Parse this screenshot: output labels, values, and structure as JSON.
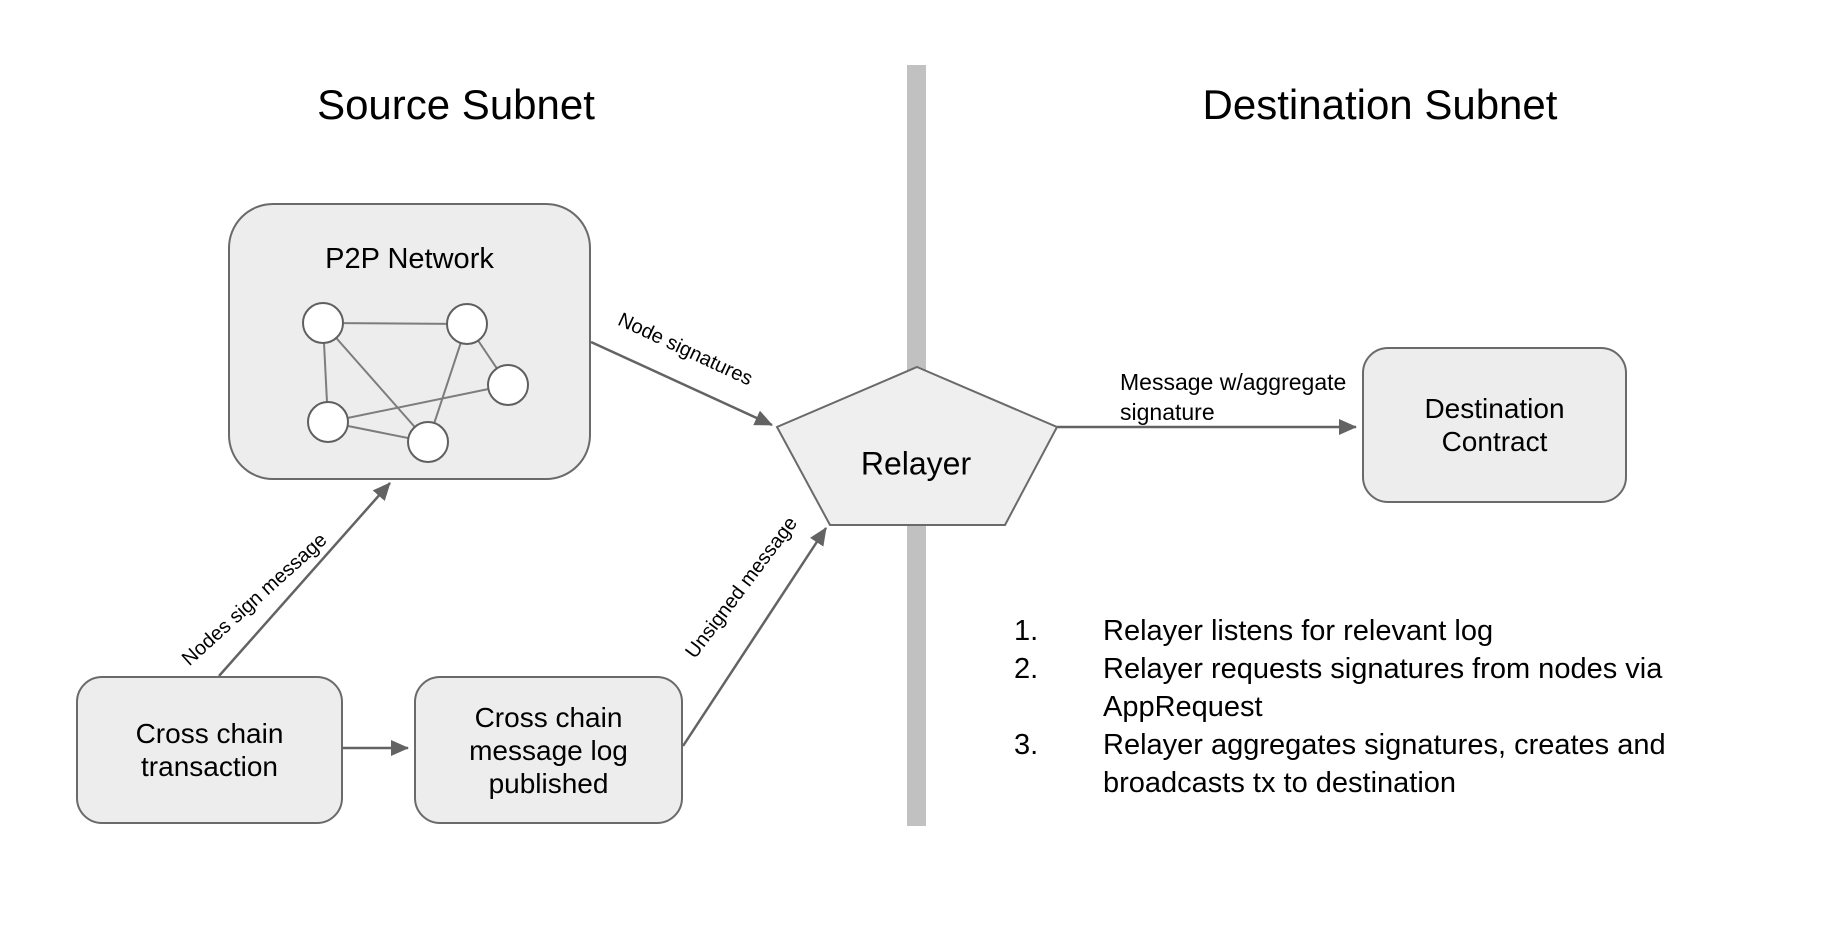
{
  "source": {
    "title": "Source Subnet"
  },
  "destination": {
    "title": "Destination Subnet"
  },
  "p2p": {
    "label": "P2P Network"
  },
  "boxes": {
    "transaction": {
      "line1": "Cross chain",
      "line2": "transaction"
    },
    "message_log": {
      "line1": "Cross chain",
      "line2": "message log",
      "line3": "published"
    },
    "destination_contract": {
      "line1": "Destination",
      "line2": "Contract"
    }
  },
  "relayer": {
    "label": "Relayer"
  },
  "edge_labels": {
    "nodes_sign_message": "Nodes sign message",
    "node_signatures": "Node signatures",
    "unsigned_message": "Unsigned message",
    "message_aggregate": {
      "line1": "Message w/aggregate",
      "line2": "signature"
    }
  },
  "steps": [
    {
      "number": "1.",
      "text": "Relayer listens for relevant log"
    },
    {
      "number": "2.",
      "text": "Relayer requests signatures from nodes via AppRequest"
    },
    {
      "number": "3.",
      "text": "Relayer aggregates signatures, creates and broadcasts tx to destination"
    }
  ],
  "colors": {
    "box_fill": "#ededed",
    "box_border": "#6a6a6a",
    "divider_bar": "#c1c1c1",
    "arrow": "#636363",
    "graph_edge": "#7d7d7d",
    "node_fill": "#ffffff",
    "pentagon_fill": "#efefef",
    "text": "#000000"
  }
}
